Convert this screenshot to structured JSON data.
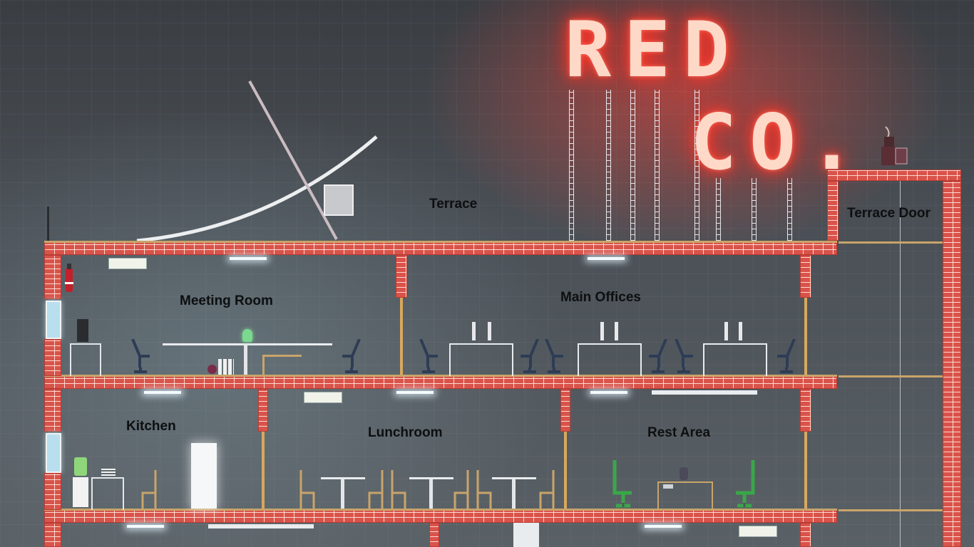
{
  "scene": {
    "sign": {
      "line1": "RED",
      "line2": "CO."
    },
    "rooms": {
      "terrace": "Terrace",
      "terrace_door": "Terrace Door",
      "meeting_room": "Meeting Room",
      "main_offices": "Main Offices",
      "kitchen": "Kitchen",
      "lunchroom": "Lunchroom",
      "rest_area": "Rest Area"
    },
    "colors": {
      "brick": "#d9534a",
      "neon": "#ff3b2e",
      "wall_bg": "#4b5157",
      "light": "#f4fbff"
    },
    "icons": [
      "fire-extinguisher-icon",
      "office-chair-icon",
      "monitor-icon",
      "refrigerator-icon",
      "water-cooler-icon",
      "ragdoll-character-icon"
    ]
  }
}
